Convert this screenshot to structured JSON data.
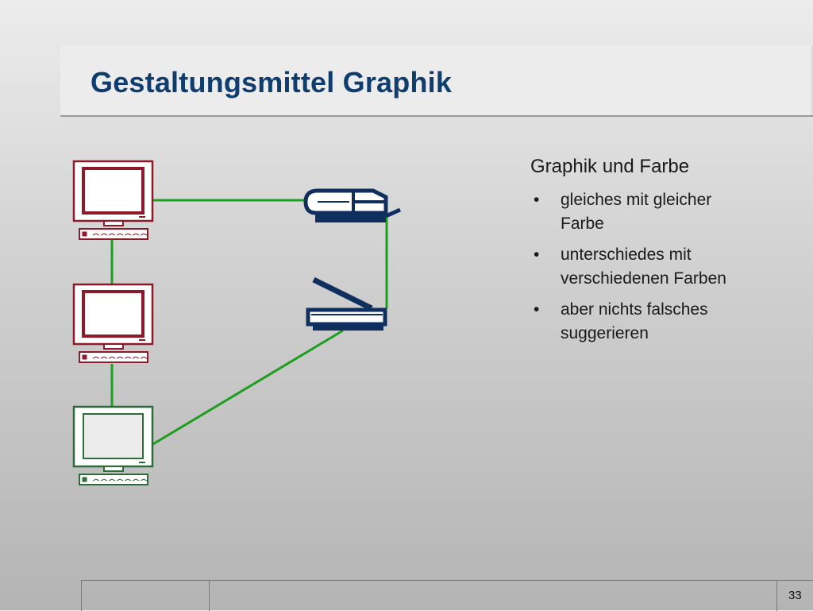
{
  "slide": {
    "title": "Gestaltungsmittel Graphik",
    "page_number": "33"
  },
  "content": {
    "heading": "Graphik und Farbe",
    "bullet_symbol": "•",
    "bullets": [
      "gleiches mit gleicher Farbe",
      "unterschiedes mit verschiedenen Farben",
      "aber nichts falsches suggerieren"
    ]
  },
  "diagram": {
    "link_color": "#1e9e1e",
    "devices": [
      {
        "id": "computer-1",
        "icon": "computer-icon",
        "color": "#8b1a2b"
      },
      {
        "id": "computer-2",
        "icon": "computer-icon",
        "color": "#8b1a2b"
      },
      {
        "id": "computer-3",
        "icon": "computer-icon",
        "color": "#2e6b3a"
      },
      {
        "id": "printer",
        "icon": "printer-icon",
        "color": "#0f2f5e"
      },
      {
        "id": "scanner",
        "icon": "scanner-icon",
        "color": "#0f2f5e"
      }
    ],
    "links": [
      [
        "computer-1",
        "printer"
      ],
      [
        "computer-1",
        "computer-2"
      ],
      [
        "computer-2",
        "computer-3"
      ],
      [
        "printer",
        "scanner"
      ],
      [
        "scanner",
        "computer-3"
      ]
    ]
  }
}
